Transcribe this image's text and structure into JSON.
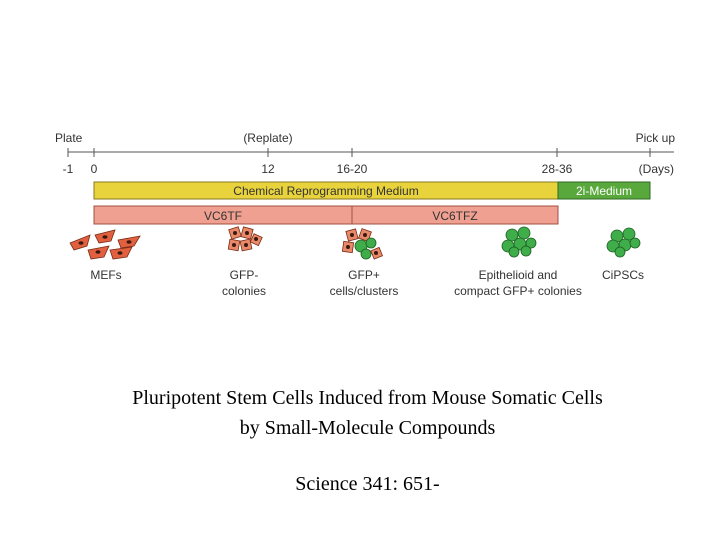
{
  "timeline": {
    "event_labels": [
      "Plate",
      "(Replate)",
      "Pick up"
    ],
    "day_ticks": [
      "-1",
      "0",
      "12",
      "16-20",
      "28-36",
      "(Days)"
    ]
  },
  "media": {
    "chemical": "Chemical Reprogramming Medium",
    "two_i": "2i-Medium",
    "colors": {
      "chemical": "#e8d33c",
      "two_i": "#58a83c",
      "factor": "#f0a090"
    }
  },
  "factors": {
    "first": "VC6TF",
    "second": "VC6TFZ"
  },
  "stages": [
    {
      "icon": "fibroblast-cells-icon",
      "lines": [
        "MEFs"
      ]
    },
    {
      "icon": "gfp-negative-colony-icon",
      "lines": [
        "GFP-",
        "colonies"
      ]
    },
    {
      "icon": "gfp-positive-cluster-icon",
      "lines": [
        "GFP+",
        "cells/clusters"
      ]
    },
    {
      "icon": "epithelioid-colony-icon",
      "lines": [
        "Epithelioid and",
        "compact GFP+ colonies"
      ]
    },
    {
      "icon": "cipsc-colony-icon",
      "lines": [
        "CiPSCs"
      ]
    }
  ],
  "caption": {
    "title_line1": "Pluripotent Stem Cells Induced from Mouse Somatic Cells",
    "title_line2": "by Small-Molecule Compounds",
    "citation": "Science 341: 651-"
  }
}
